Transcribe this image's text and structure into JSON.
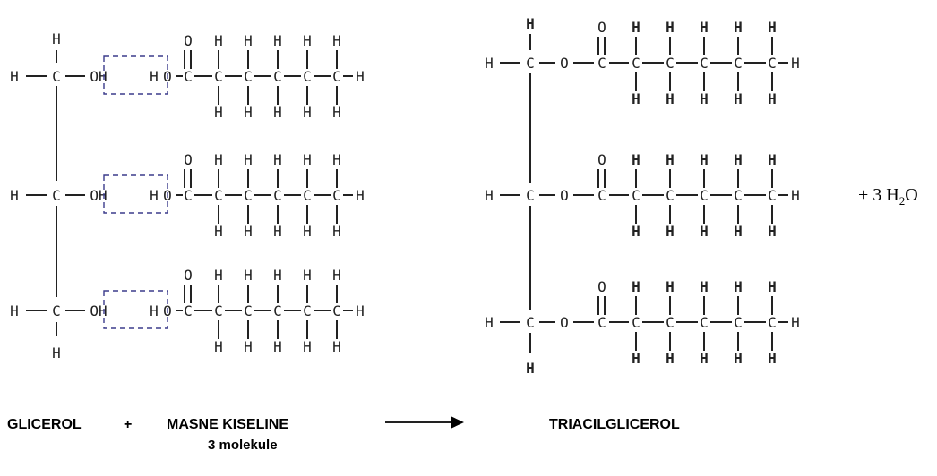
{
  "diagram": {
    "atoms": {
      "hydrogen": "H",
      "carbon": "C",
      "oxygen": "O",
      "hydroxyl": "OH"
    },
    "labels": {
      "glycerol": "GLICEROL",
      "plus": "+",
      "fatty_acids": "MASNE KISELINE",
      "molecule_count": "3 molekule",
      "product": "TRIACILGLICEROL"
    },
    "byproduct": {
      "prefix": "+ 3 H",
      "subscript": "2",
      "suffix": "O"
    },
    "colors": {
      "ink": "#222222",
      "box": "#3b3b8c"
    }
  }
}
